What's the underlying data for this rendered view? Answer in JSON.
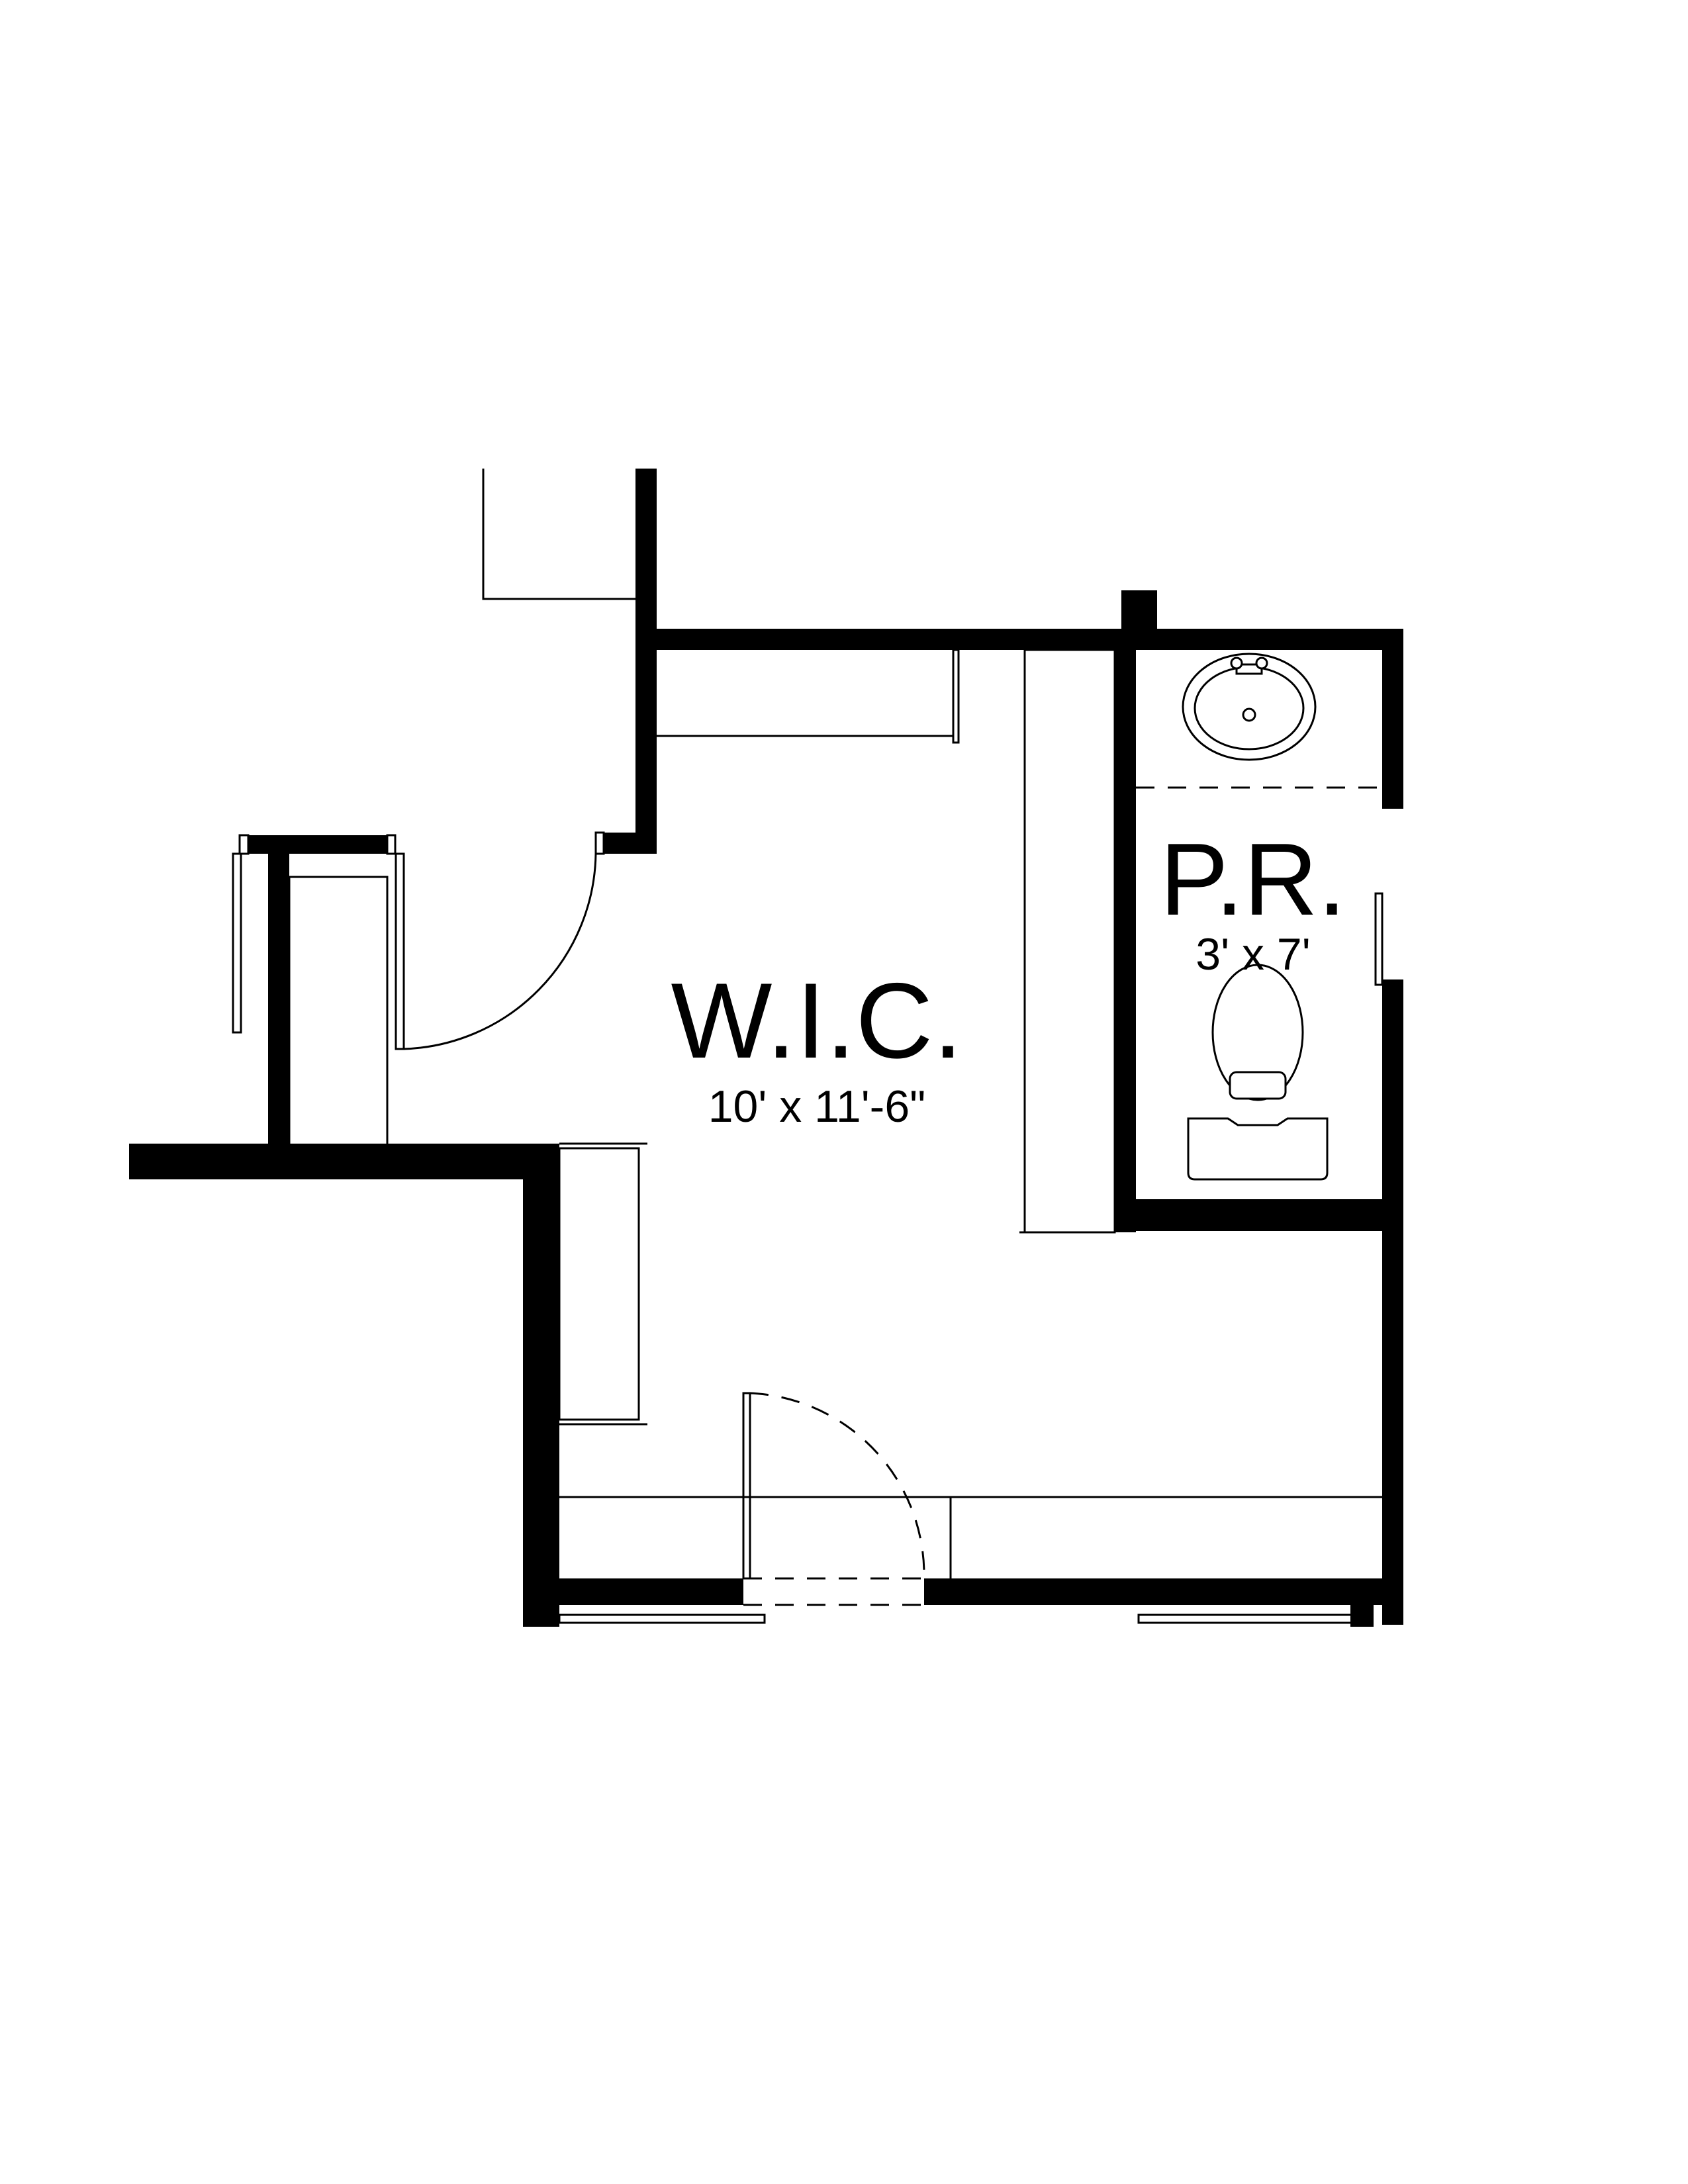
{
  "rooms": {
    "wic": {
      "name": "W.I.C.",
      "size": "10' x 11'-6\""
    },
    "pr": {
      "name": "P.R.",
      "size": "3' x 7'"
    }
  },
  "colors": {
    "wall": "#000000",
    "background": "#ffffff"
  }
}
